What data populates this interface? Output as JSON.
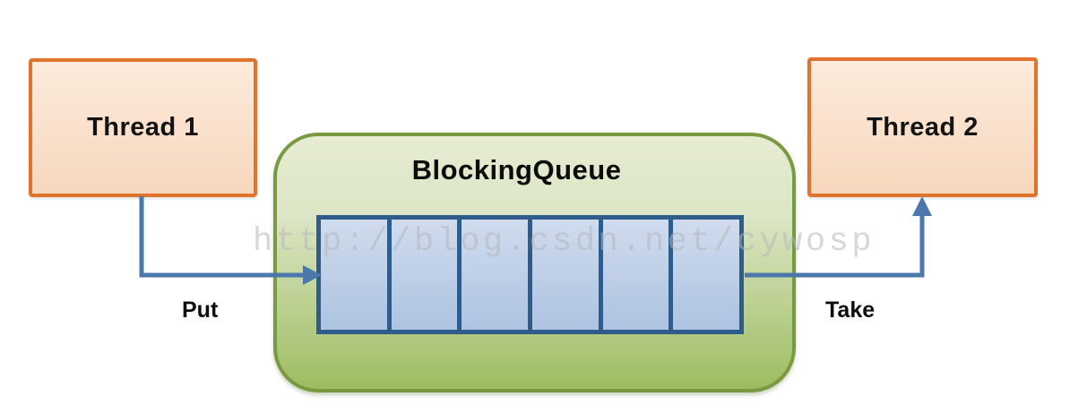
{
  "diagram": {
    "title": "BlockingQueue",
    "thread1": {
      "label": "Thread 1"
    },
    "thread2": {
      "label": "Thread 2"
    },
    "queue": {
      "title": "BlockingQueue",
      "cell_count": 6
    },
    "arrows": {
      "put_label": "Put",
      "take_label": "Take"
    },
    "watermark": "http://blog.csdn.net/cywosp"
  },
  "colors": {
    "orange_border": "#E0742C",
    "orange_fill_top": "#FCEBDC",
    "orange_fill_bottom": "#F7D7BD",
    "green_border": "#7A9A42",
    "green_fill_top": "#E6EDD3",
    "green_fill_bottom": "#9CBD61",
    "cell_border": "#2E5C8C",
    "cell_fill_top": "#D0DCEE",
    "cell_fill_bottom": "#ADC3E0",
    "arrow": "#4C77AB",
    "watermark_color": "rgba(178,182,186,0.55)"
  }
}
